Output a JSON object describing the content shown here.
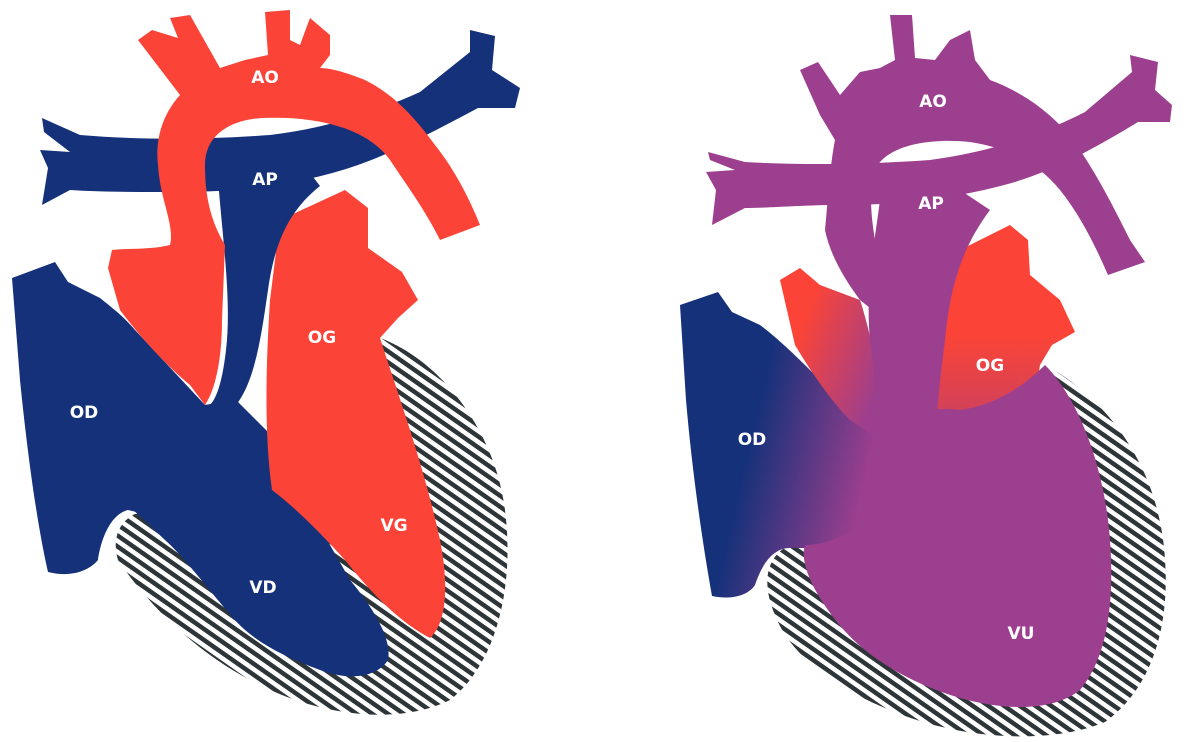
{
  "colors": {
    "deoxygenated": "#14317a",
    "oxygenated": "#fb4437",
    "mixed": "#9c3f8e",
    "hatch": "#2e3538",
    "background": "#ffffff"
  },
  "normal_heart": {
    "labels": {
      "ao": "AO",
      "ap": "AP",
      "og": "OG",
      "od": "OD",
      "vg": "VG",
      "vd": "VD"
    }
  },
  "univentricular_heart": {
    "labels": {
      "ao": "AO",
      "ap": "AP",
      "og": "OG",
      "od": "OD",
      "vu": "VU"
    }
  }
}
